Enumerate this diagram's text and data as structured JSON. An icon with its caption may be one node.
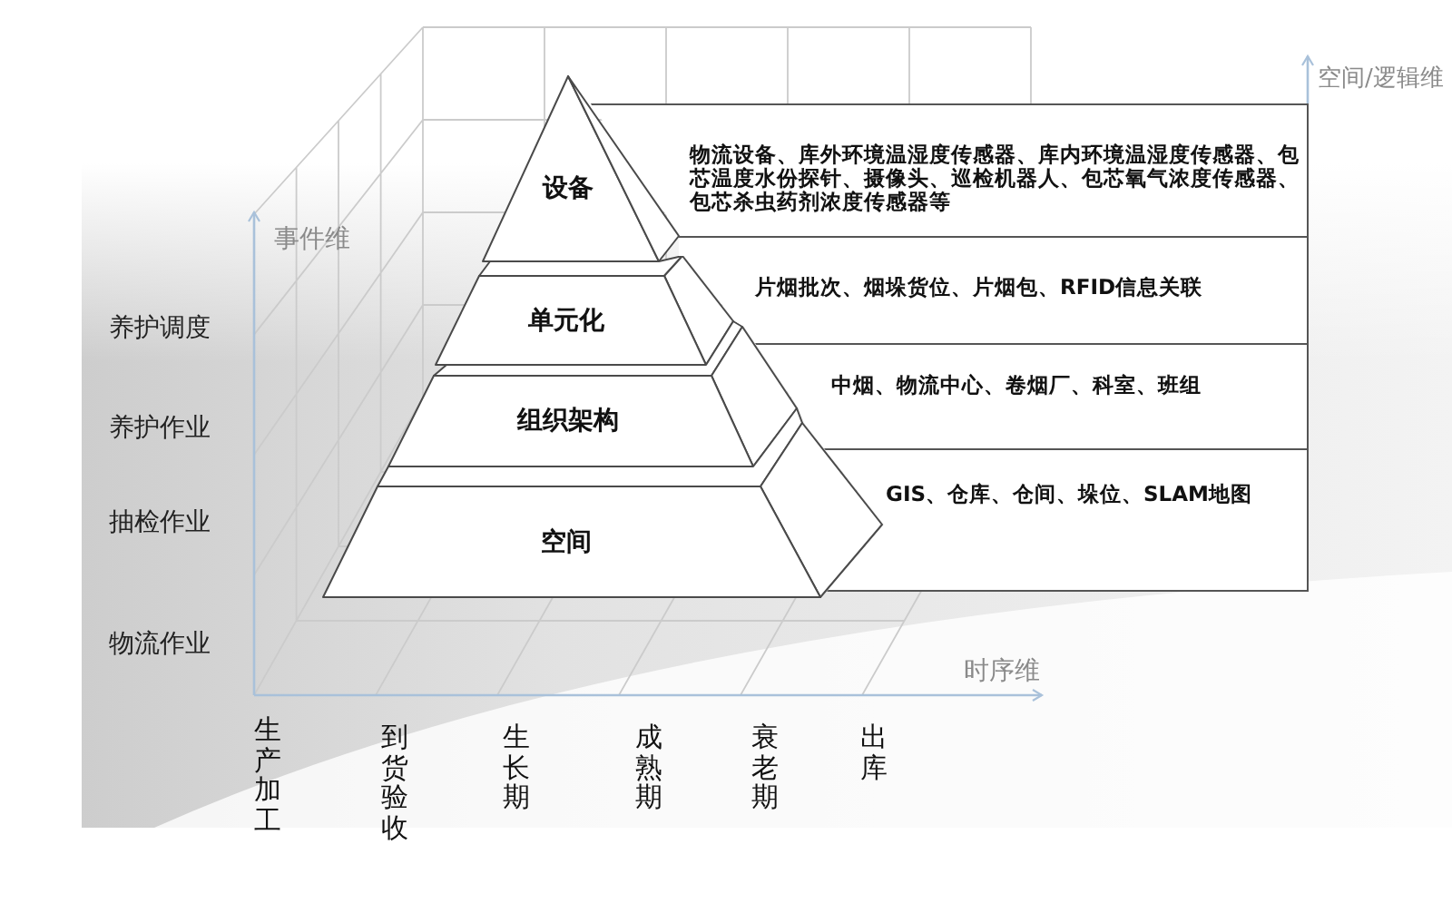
{
  "diagram": {
    "nodes": [
      {
        "text": [
          "设备"
        ]
      },
      {
        "text": [
          "物流设备、库外环境温湿度传感器、库内环境温湿度传感器、包芯温度水份探针、摄像头、巡检机器人、包芯氧气浓度传感器、包芯杀虫药剂浓度传感器等"
        ]
      },
      {
        "text": [
          "单元化"
        ]
      },
      {
        "text": [
          "片烟批次、烟垛货位、片烟包、RFID信息关联"
        ]
      },
      {
        "text": [
          "组织架构"
        ]
      },
      {
        "text": [
          "中烟、物流中心、卷烟厂、科室、班组"
        ]
      },
      {
        "text": [
          "空间"
        ]
      },
      {
        "text": [
          "GIS、仓库、仓间、垛位、SLAM地图"
        ]
      }
    ],
    "labels": [
      "空间/逻辑维",
      "事件维",
      "养护调度",
      "养护作业",
      "抽检作业",
      "物流作业",
      "时序维",
      "生产加工",
      "到货验收",
      "生长期",
      "成熟期",
      "衰老期",
      "出库"
    ]
  }
}
